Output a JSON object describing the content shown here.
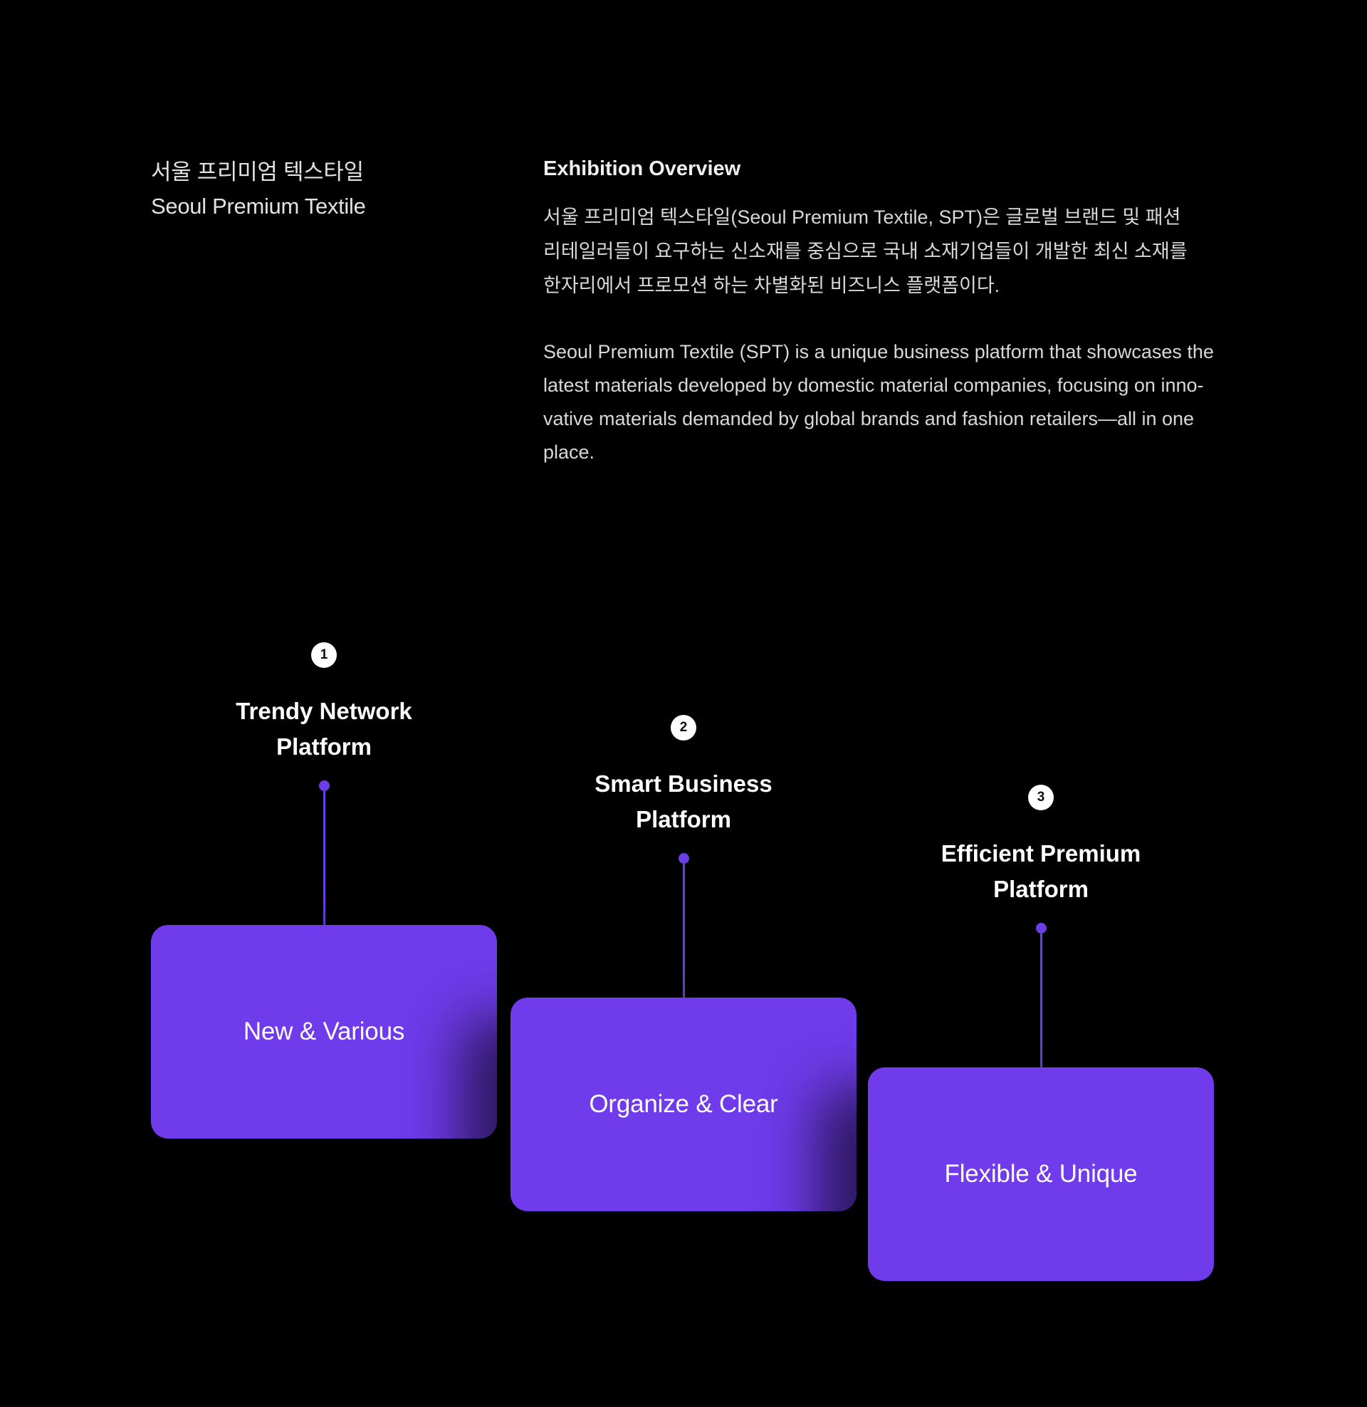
{
  "page": {
    "background": "#000000",
    "card_purple": "#6F3BEB",
    "connector_purple": "#6C3EE6"
  },
  "intro": {
    "title_ko": "서울 프리미엄 텍스타일",
    "title_en": "Seoul Premium Textile",
    "overview_heading": "Exhibition Overview",
    "paragraph_ko_lines": [
      "서울 프리미엄 텍스타일(Seoul Premium Textile, SPT)은 글로벌 브랜드 및 패션",
      "리테일러들이 요구하는 신소재를 중심으로 국내 소재기업들이 개발한 최신 소재를",
      "한자리에서 프로모션 하는 차별화된 비즈니스 플랫폼이다."
    ],
    "paragraph_en_lines": [
      "Seoul Premium Textile (SPT) is a unique business platform that showcases the",
      "latest materials developed by domestic material companies, focusing on inno-",
      "vative materials demanded by global brands and fashion retailers—all in one",
      "place."
    ]
  },
  "features": [
    {
      "number": "1",
      "title_line1": "Trendy Network",
      "title_line2": "Platform",
      "card_label": "New & Various"
    },
    {
      "number": "2",
      "title_line1": "Smart Business",
      "title_line2": "Platform",
      "card_label": "Organize & Clear"
    },
    {
      "number": "3",
      "title_line1": "Efficient Premium",
      "title_line2": "Platform",
      "card_label": "Flexible & Unique"
    }
  ]
}
